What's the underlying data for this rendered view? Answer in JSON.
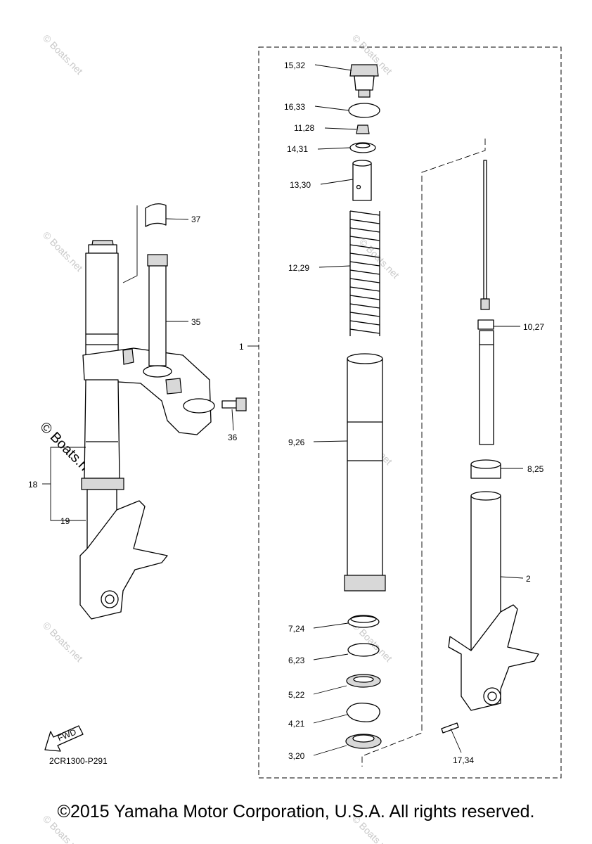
{
  "diagram": {
    "assembly_label": "1",
    "callouts_right_column": [
      "15,32",
      "16,33",
      "11,28",
      "14,31",
      "13,30",
      "12,29",
      "9,26",
      "7,24",
      "6,23",
      "5,22",
      "4,21",
      "3,20"
    ],
    "callouts_far_right": [
      "10,27",
      "8,25",
      "2",
      "17,34"
    ],
    "callouts_left": [
      "37",
      "35",
      "36",
      "18",
      "19"
    ],
    "fwd_label": "FWD",
    "drawing_code": "2CR1300-P291",
    "watermark_small": "© Boats.net",
    "watermark_large": "© Boats.net"
  },
  "footer": {
    "copyright": "©2015 Yamaha Motor Corporation, U.S.A. All rights reserved."
  }
}
